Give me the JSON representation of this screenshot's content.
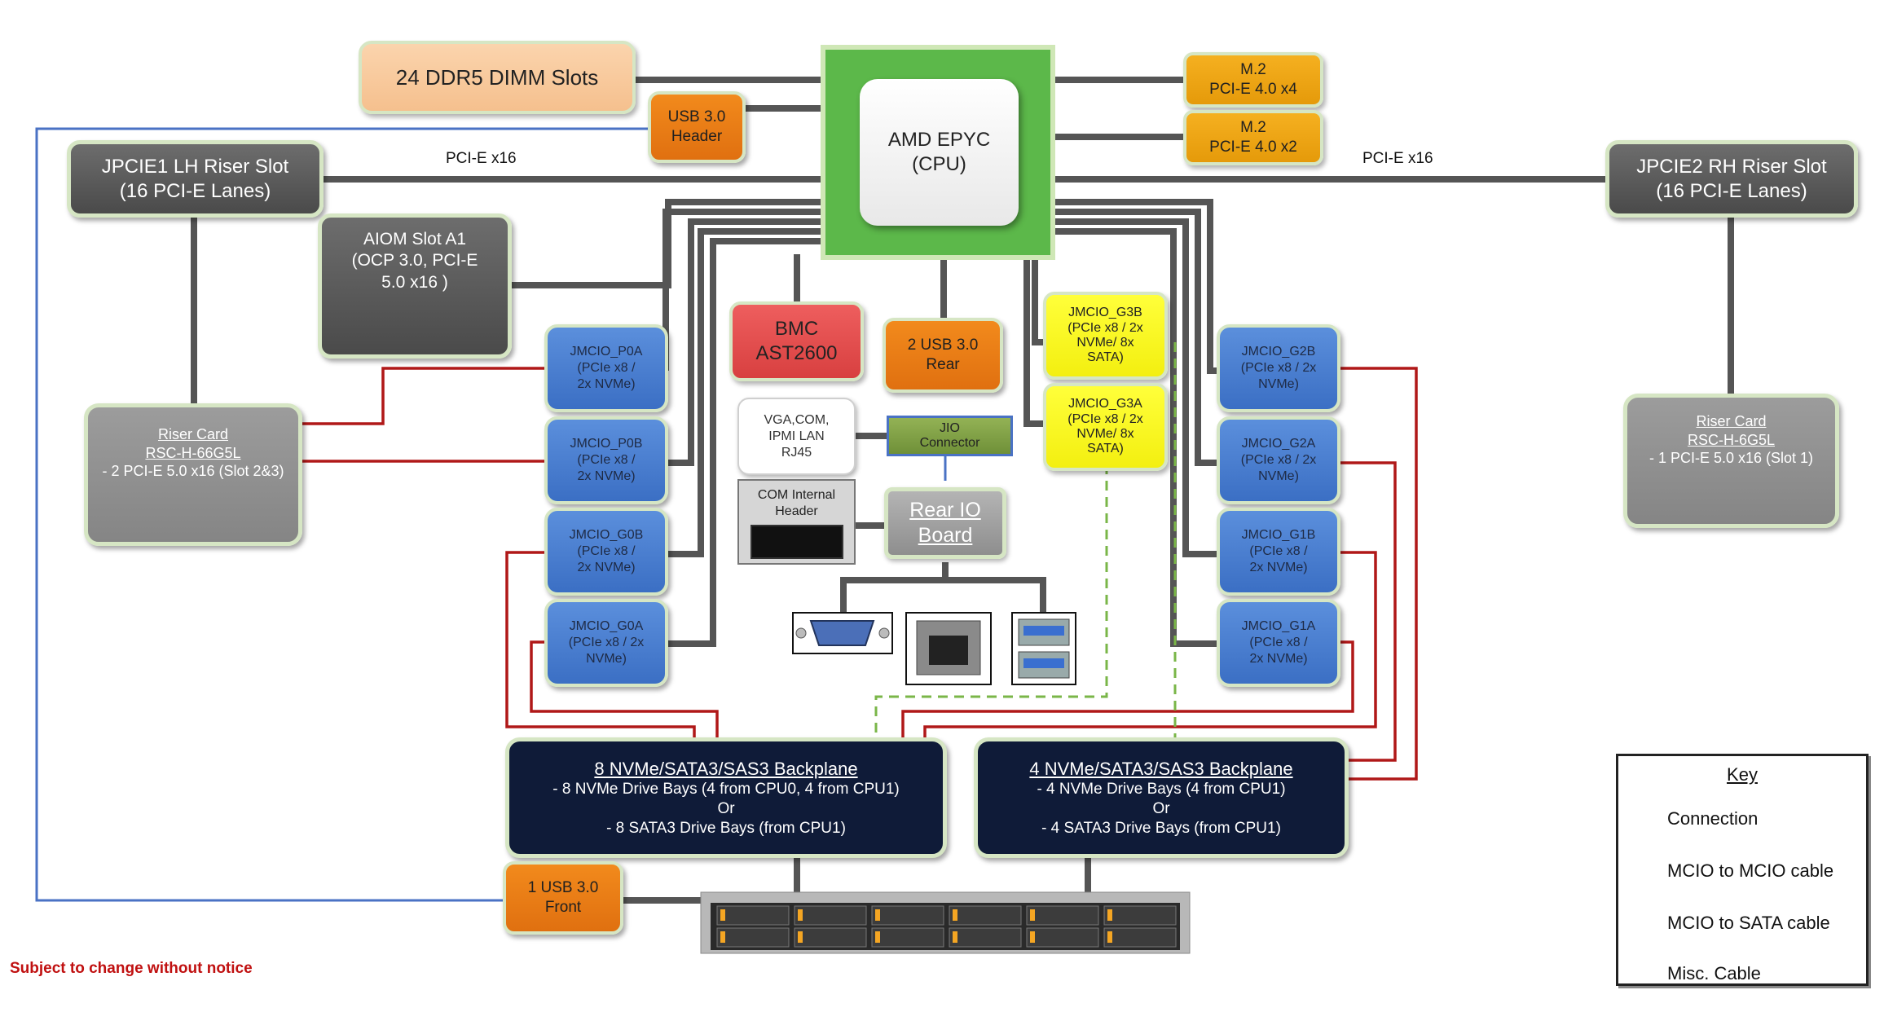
{
  "colors": {
    "connection": "#555555",
    "mcio_to_mcio": "#b01818",
    "mcio_to_sata": "#7ab648",
    "misc_cable": "#4a72c4",
    "cpu_frame": "#5cb84a",
    "note_red": "#c01010"
  },
  "cpu": {
    "line1": "AMD EPYC",
    "line2": "(CPU)"
  },
  "dimm": {
    "label": "24 DDR5 DIMM Slots"
  },
  "usb_header": {
    "line1": "USB 3.0",
    "line2": "Header"
  },
  "m2_a": {
    "line1": "M.2",
    "line2": "PCI-E 4.0 x4"
  },
  "m2_b": {
    "line1": "M.2",
    "line2": "PCI-E 4.0 x2"
  },
  "jpcie1": {
    "line1": "JPCIE1 LH Riser Slot",
    "line2": "(16 PCI-E Lanes)"
  },
  "jpcie2": {
    "line1": "JPCIE2 RH Riser Slot",
    "line2": "(16 PCI-E Lanes)"
  },
  "link_left": "PCI-E x16",
  "link_right": "PCI-E x16",
  "aiom": {
    "line1": "AIOM Slot A1",
    "line2": "(OCP 3.0, PCI-E",
    "line3": "5.0 x16 )"
  },
  "bmc": {
    "line1": "BMC",
    "line2": "AST2600"
  },
  "usb_rear": {
    "line1": "2  USB 3.0",
    "line2": "Rear"
  },
  "vga_com": {
    "line1": "VGA,COM,",
    "line2": "IPMI LAN",
    "line3": "RJ45"
  },
  "jio": {
    "line1": "JIO",
    "line2": "Connector"
  },
  "com_internal": {
    "line1": "COM Internal",
    "line2": "Header"
  },
  "rear_io": {
    "line1": "Rear IO",
    "line2": "Board"
  },
  "jmcio_left": [
    {
      "name": "JMCIO_P0A",
      "line2": "(PCIe x8 /",
      "line3": "2x NVMe)"
    },
    {
      "name": "JMCIO_P0B",
      "line2": "(PCIe x8 /",
      "line3": "2x NVMe)"
    },
    {
      "name": "JMCIO_G0B",
      "line2": "(PCIe x8 /",
      "line3": "2x NVMe)"
    },
    {
      "name": "JMCIO_G0A",
      "line2": "(PCIe x8 / 2x",
      "line3": "NVMe)"
    }
  ],
  "jmcio_right": [
    {
      "name": "JMCIO_G2B",
      "line2": "(PCIe x8 / 2x",
      "line3": "NVMe)"
    },
    {
      "name": "JMCIO_G2A",
      "line2": "(PCIe x8 / 2x",
      "line3": "NVMe)"
    },
    {
      "name": "JMCIO_G1B",
      "line2": "(PCIe x8 /",
      "line3": "2x NVMe)"
    },
    {
      "name": "JMCIO_G1A",
      "line2": "(PCIe x8 /",
      "line3": "2x NVMe)"
    }
  ],
  "jmcio_yellow": [
    {
      "name": "JMCIO_G3B",
      "line2": "(PCIe x8 / 2x",
      "line3": "NVMe/ 8x",
      "line4": "SATA)"
    },
    {
      "name": "JMCIO_G3A",
      "line2": "(PCIe x8 / 2x",
      "line3": "NVMe/ 8x",
      "line4": "SATA)"
    }
  ],
  "riser_left": {
    "title1": "Riser Card",
    "title2": "RSC-H-66G5L",
    "item": "-     2 PCI-E 5.0 x16 (Slot 2&3)"
  },
  "riser_right": {
    "title1": "Riser Card",
    "title2": "RSC-H-6G5L",
    "item": "-     1 PCI-E 5.0 x16 (Slot 1)"
  },
  "backplane_8": {
    "title": "8 NVMe/SATA3/SAS3 Backplane",
    "line1": "-      8 NVMe Drive Bays (4 from CPU0, 4 from CPU1)",
    "line2": "Or",
    "line3": "- 8 SATA3 Drive Bays (from CPU1)"
  },
  "backplane_4": {
    "title": "4 NVMe/SATA3/SAS3 Backplane",
    "line1": "-      4 NVMe Drive Bays (4 from CPU1)",
    "line2": "Or",
    "line3": "- 4 SATA3 Drive Bays (from CPU1)"
  },
  "usb_front": {
    "line1": "1  USB 3.0",
    "line2": "Front"
  },
  "note": "Subject to change without notice",
  "key": {
    "title": "Key",
    "items": [
      "Connection",
      "MCIO to MCIO cable",
      "MCIO to SATA cable",
      "Misc. Cable"
    ]
  }
}
